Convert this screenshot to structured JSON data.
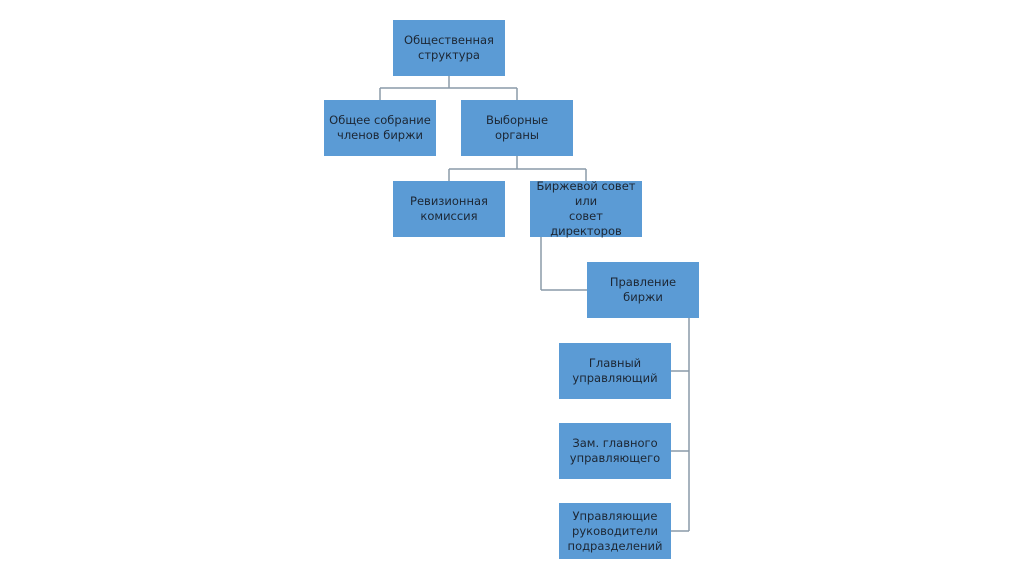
{
  "nodes": {
    "root": "Общественная\nструктура",
    "general_meeting": "Общее собрание\nчленов биржи",
    "elected_bodies": "Выборные органы",
    "audit_commission": "Ревизионная\nкомиссия",
    "exchange_council": "Биржевой совет\nили\nсовет директоров",
    "board": "Правление\nбиржи",
    "chief_manager": "Главный\nуправляющий",
    "deputy_manager": "Зам. главного\nуправляющего",
    "division_managers": "Управляющие\nруководители\nподразделений"
  },
  "colors": {
    "box": "#5b9bd5",
    "connector": "#8a9aa8"
  }
}
